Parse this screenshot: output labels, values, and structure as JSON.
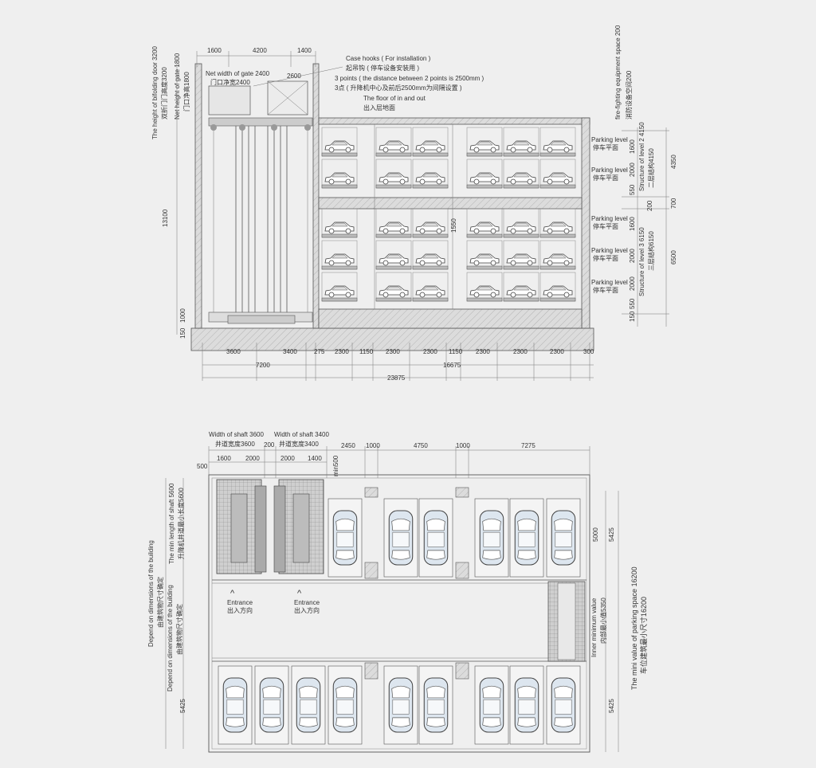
{
  "top": {
    "top_dims": [
      "1600",
      "4200",
      "1400"
    ],
    "height_bifold_en": "The height of bifolding door  3200",
    "height_bifold_cn": "双折门门高度3200",
    "net_height_en": "Net height of gate 1800",
    "net_height_cn": "门口净高1800",
    "net_width_en": "Net width of gate  2400",
    "net_width_cn": "门口净宽2400",
    "dim_2600": "2600",
    "case_hooks_en": "Case hooks ( For installation )",
    "case_hooks_cn": "起吊钩 ( 停车设备安装用 )",
    "three_points_en": "3 points ( the distance between 2 points is 2500mm )",
    "three_points_cn": "3点 ( 升降机中心及前后2500mm为间隔设置 )",
    "floor_en": "The floor of in and out",
    "floor_cn": "出入层地面",
    "fire_en": "fire-fighting equipment   space 200",
    "fire_cn": "消防设备空间200",
    "total_height": "13100",
    "dim_1000": "1000",
    "dim_150": "150",
    "dim_1550": "1550",
    "parking_level_en": "Parking level",
    "parking_level_cn": "停车平面",
    "right_dims": [
      "1600",
      "2000",
      "550",
      "200",
      "1600",
      "2000",
      "2000",
      "550",
      "150"
    ],
    "struct2_en": "Structure of level 2  4150",
    "struct2_cn": "二层结构4150",
    "struct3_en": "Structure of level 3  6150",
    "struct3_cn": "三层结构6150",
    "outer_dims": [
      "4350",
      "700",
      "6500"
    ],
    "bottom_dims": [
      "3600",
      "3400",
      "275",
      "2300",
      "1150",
      "2300",
      "2300",
      "1150",
      "2300",
      "2300",
      "2300",
      "300"
    ],
    "total_dims": [
      "7200",
      "16675"
    ],
    "grand_total": "23875"
  },
  "bottom": {
    "shaft1_en": "Width of shaft 3600",
    "shaft1_cn": "井道宽度3600",
    "shaft2_en": "Width of shaft  3400",
    "shaft2_cn": "井道宽度3400",
    "dim_200": "200",
    "top_dims": [
      "2450",
      "1000",
      "4750",
      "1000",
      "7275"
    ],
    "sub_dims": [
      "1600",
      "2000",
      "2000",
      "1400"
    ],
    "dim_500": "500",
    "min500": "min500",
    "shaft_len_en": "The min length of shaft 5600",
    "shaft_len_cn": "升降机井道最小长度5600",
    "depend_en": "Depend on dimensions of the building",
    "depend_cn": "由建筑物尺寸确定",
    "entrance_en": "Entrance",
    "entrance_cn": "出入方向",
    "inner_min_en": "Inner minimum value",
    "inner_min_cn": "内部最小值5350",
    "dim_5000": "5000",
    "dim_5425": "5425",
    "mini_value_en": "The mini value of parking space 16200",
    "mini_value_cn": "车位建筑最小尺寸16200"
  }
}
